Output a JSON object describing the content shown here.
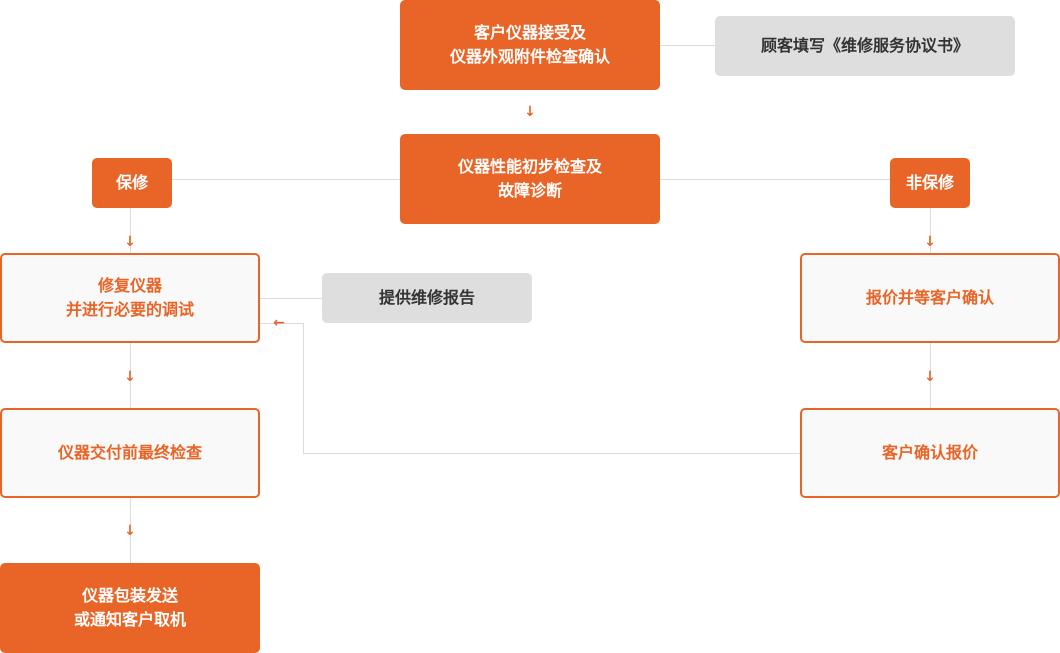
{
  "title": "仪器维修服务流程",
  "colors": {
    "accent": "#e96527",
    "note_bg": "#dedede",
    "line": "#dcdcdc",
    "outline_bg": "#f9f9f9"
  },
  "nodes": {
    "receive": [
      "客户仪器接受及",
      "仪器外观附件检查确认"
    ],
    "agreement_note": "顾客填写《维修服务协议书》",
    "diagnose": [
      "仪器性能初步检查及",
      "故障诊断"
    ],
    "warranty": "保修",
    "non_warranty": "非保修",
    "repair": [
      "修复仪器",
      "并进行必要的调试"
    ],
    "report_note": "提供维修报告",
    "quote": "报价并等客户确认",
    "confirm_quote": "客户确认报价",
    "final_check": "仪器交付前最终检查",
    "ship": [
      "仪器包装发送",
      "或通知客户取机"
    ]
  },
  "arrows": {
    "down": "↓",
    "left": "←"
  }
}
